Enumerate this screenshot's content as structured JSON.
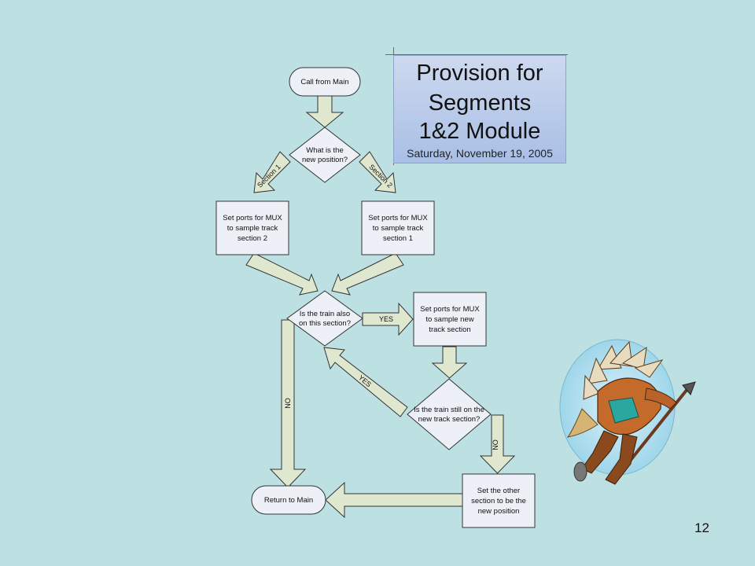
{
  "title": {
    "lines": [
      "Provision for",
      "Segments",
      "1&2 Module"
    ],
    "date": "Saturday, November 19, 2005"
  },
  "page_number": "12",
  "flow": {
    "call_from_main": "Call from Main",
    "decision_position": [
      "What is the",
      "new position?"
    ],
    "label_section1": "Section 1",
    "label_section2": "Section 2",
    "box_left": [
      "Set ports for MUX",
      "to sample track",
      "section 2"
    ],
    "box_right": [
      "Set ports for MUX",
      "to sample track",
      "section 1"
    ],
    "decision_train_also": [
      "Is the train also",
      "on this section?"
    ],
    "label_yes_1": "YES",
    "box_new_section": [
      "Set ports for MUX",
      "to sample new",
      "track section"
    ],
    "decision_train_still": [
      "Is the train still on the",
      "new track section?"
    ],
    "label_yes_2": "YES",
    "label_no_1": "NO",
    "label_no_2": "NO",
    "box_other": [
      "Set the other",
      "section to be the",
      "new position"
    ],
    "return_to_main": "Return to Main"
  },
  "colors": {
    "background": "#bde0e3",
    "node_fill": "#eef0f8",
    "arrow_fill": "#dfe7cf",
    "stroke": "#333333"
  }
}
